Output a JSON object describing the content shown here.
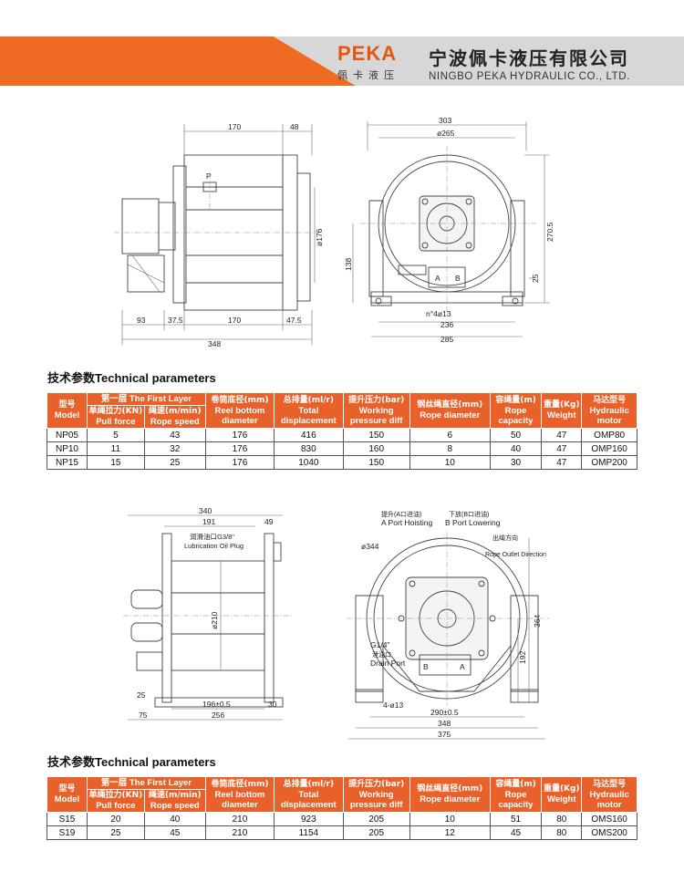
{
  "header": {
    "logo_en": "PEKA",
    "logo_cn": "佩卡液压",
    "company_cn": "宁波佩卡液压有限公司",
    "company_en": "NINGBO PEKA HYDRAULIC CO., LTD."
  },
  "drawing1": {
    "dims": [
      "170",
      "48",
      "P",
      "ø176",
      "93",
      "37.5",
      "170",
      "47.5",
      "348"
    ]
  },
  "drawing2": {
    "dims": [
      "303",
      "ø265",
      "270.5",
      "138",
      "25",
      "A",
      "B",
      "n°4ø13",
      "236",
      "285"
    ]
  },
  "drawing3": {
    "dims": [
      "340",
      "191",
      "49",
      "润滑油口G3/8\"",
      "Lubrication Oil Plug",
      "ø210",
      "25",
      "196±0.5",
      "30",
      "75",
      "256"
    ]
  },
  "drawing4": {
    "port_a_cn": "提升(A口进油)",
    "port_b_cn": "下放(B口进油)",
    "port_a": "A  Port Hoisting",
    "port_b": "B Port Lowering",
    "direction_cn": "出绳方向",
    "direction": "Rope Outlet Direction",
    "dims": [
      "ø344",
      "364",
      "192",
      "G1/4\"",
      "泄油口",
      "Drain Port",
      "B",
      "A",
      "4-ø13",
      "290±0.5",
      "348",
      "375"
    ]
  },
  "table1": {
    "title_cn": "技术参数",
    "title_en": "Technical parameters",
    "headers": {
      "model_cn": "型号",
      "model": "Model",
      "first_layer": "第一层 The First Layer",
      "pull_cn": "单绳拉力(KN)",
      "pull": "Pull force",
      "speed_cn": "绳速(m/min)",
      "speed": "Rope speed",
      "reel_cn": "卷筒底径(mm)",
      "reel": "Reel bottom diameter",
      "disp_cn": "总排量(ml/r)",
      "disp": "Total displacement",
      "pres_cn": "提升压力(bar)",
      "pres": "Working pressure diff",
      "rope_cn": "钢丝绳直径(mm)",
      "rope": "Rope diameter",
      "cap_cn": "容绳量(m)",
      "cap": "Rope capacity",
      "weight_cn": "重量(Kg)",
      "weight": "Weight",
      "motor_cn": "马达型号",
      "motor": "Hydraulic motor"
    },
    "rows": [
      [
        "NP05",
        "5",
        "43",
        "176",
        "416",
        "150",
        "6",
        "50",
        "47",
        "OMP80"
      ],
      [
        "NP10",
        "11",
        "32",
        "176",
        "830",
        "160",
        "8",
        "40",
        "47",
        "OMP160"
      ],
      [
        "NP15",
        "15",
        "25",
        "176",
        "1040",
        "150",
        "10",
        "30",
        "47",
        "OMP200"
      ]
    ]
  },
  "table2": {
    "title_cn": "技术参数",
    "title_en": "Technical parameters",
    "rows": [
      [
        "S15",
        "20",
        "40",
        "210",
        "923",
        "205",
        "10",
        "51",
        "80",
        "OMS160"
      ],
      [
        "S19",
        "25",
        "45",
        "210",
        "1154",
        "205",
        "12",
        "45",
        "80",
        "OMS200"
      ]
    ]
  },
  "colors": {
    "brand_orange": "#ef6a22",
    "header_gray": "#d7d7d7",
    "table_header": "#e8612a"
  }
}
